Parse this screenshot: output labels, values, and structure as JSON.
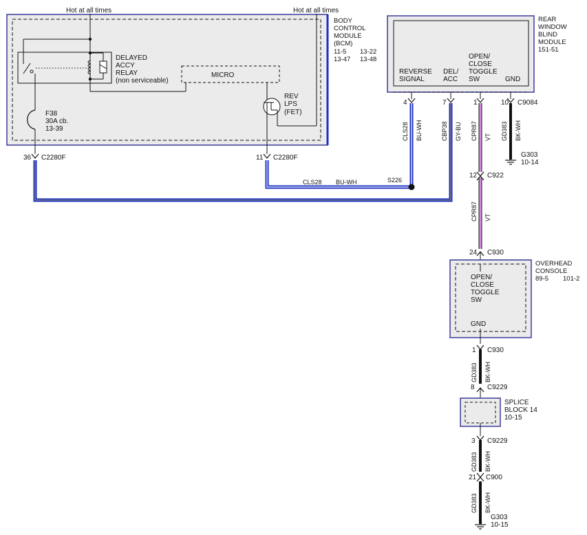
{
  "colors": {
    "blue_wire": "#1a2fc4",
    "violet_wire": "#d98ee6",
    "gray_wire": "#7d7d7d",
    "black_wire": "#111111",
    "module_border": "#3a3a9a",
    "module_fill": "#ebebeb",
    "line": "#111111"
  },
  "power": {
    "hot_left": "Hot at all times",
    "hot_right": "Hot at all times"
  },
  "bcm": {
    "name": [
      "BODY",
      "CONTROL",
      "MODULE",
      "(BCM)"
    ],
    "refs_row1": [
      "11-5",
      "13-22"
    ],
    "refs_row2": [
      "13-47",
      "13-48"
    ],
    "relay_label": [
      "DELAYED",
      "ACCY",
      "RELAY"
    ],
    "relay_note": "(non serviceable)",
    "micro_label": "MICRO",
    "fet_label": [
      "REV",
      "LPS",
      "(FET)"
    ],
    "fuse_label": [
      "F38",
      "30A cb.",
      "13-39"
    ],
    "pin_left": "36",
    "conn_left": "C2280F",
    "pin_right": "11",
    "conn_right": "C2280F"
  },
  "wires": {
    "cls28_circuit": "CLS28",
    "cls28_color": "BU-WH",
    "splice_s226": "S226",
    "cbp38_circuit": "CBP38",
    "cbp38_color": "GY-BU",
    "cpr87_circuit": "CPR87",
    "cpr87_color": "VT",
    "gd383_circuit": "GD383",
    "gd383_color": "BK-WH"
  },
  "rear_blind": {
    "name": [
      "REAR",
      "WINDOW",
      "BLIND",
      "MODULE"
    ],
    "ref": "151-51",
    "inputs": {
      "reverse": [
        "REVERSE",
        "SIGNAL"
      ],
      "delacc": [
        "DEL/",
        "ACC"
      ],
      "toggle": [
        "OPEN/",
        "CLOSE",
        "TOGGLE",
        "SW"
      ],
      "gnd": "GND"
    },
    "pins": [
      "4",
      "7",
      "1",
      "10"
    ],
    "conn": "C9084",
    "ground_name": "G303",
    "ground_ref": "10-14"
  },
  "inline": {
    "c922_pin": "12",
    "c922": "C922",
    "c930_pin_top": "24",
    "c930_top": "C930",
    "c930_pin_bottom": "1",
    "c930_bottom": "C930",
    "c9229_pin_top": "8",
    "c9229_top": "C9229",
    "c9229_pin_bottom": "3",
    "c9229_bottom": "C9229",
    "c900_pin": "21",
    "c900": "C900"
  },
  "overhead": {
    "name": [
      "OVERHEAD",
      "CONSOLE"
    ],
    "refs": [
      "89-5",
      "101-2"
    ],
    "toggle": [
      "OPEN/",
      "CLOSE",
      "TOGGLE",
      "SW"
    ],
    "gnd": "GND"
  },
  "splice_block": {
    "name": [
      "SPLICE",
      "BLOCK 14"
    ],
    "ref": "10-15"
  },
  "bottom_ground": {
    "name": "G303",
    "ref": "10-15"
  }
}
